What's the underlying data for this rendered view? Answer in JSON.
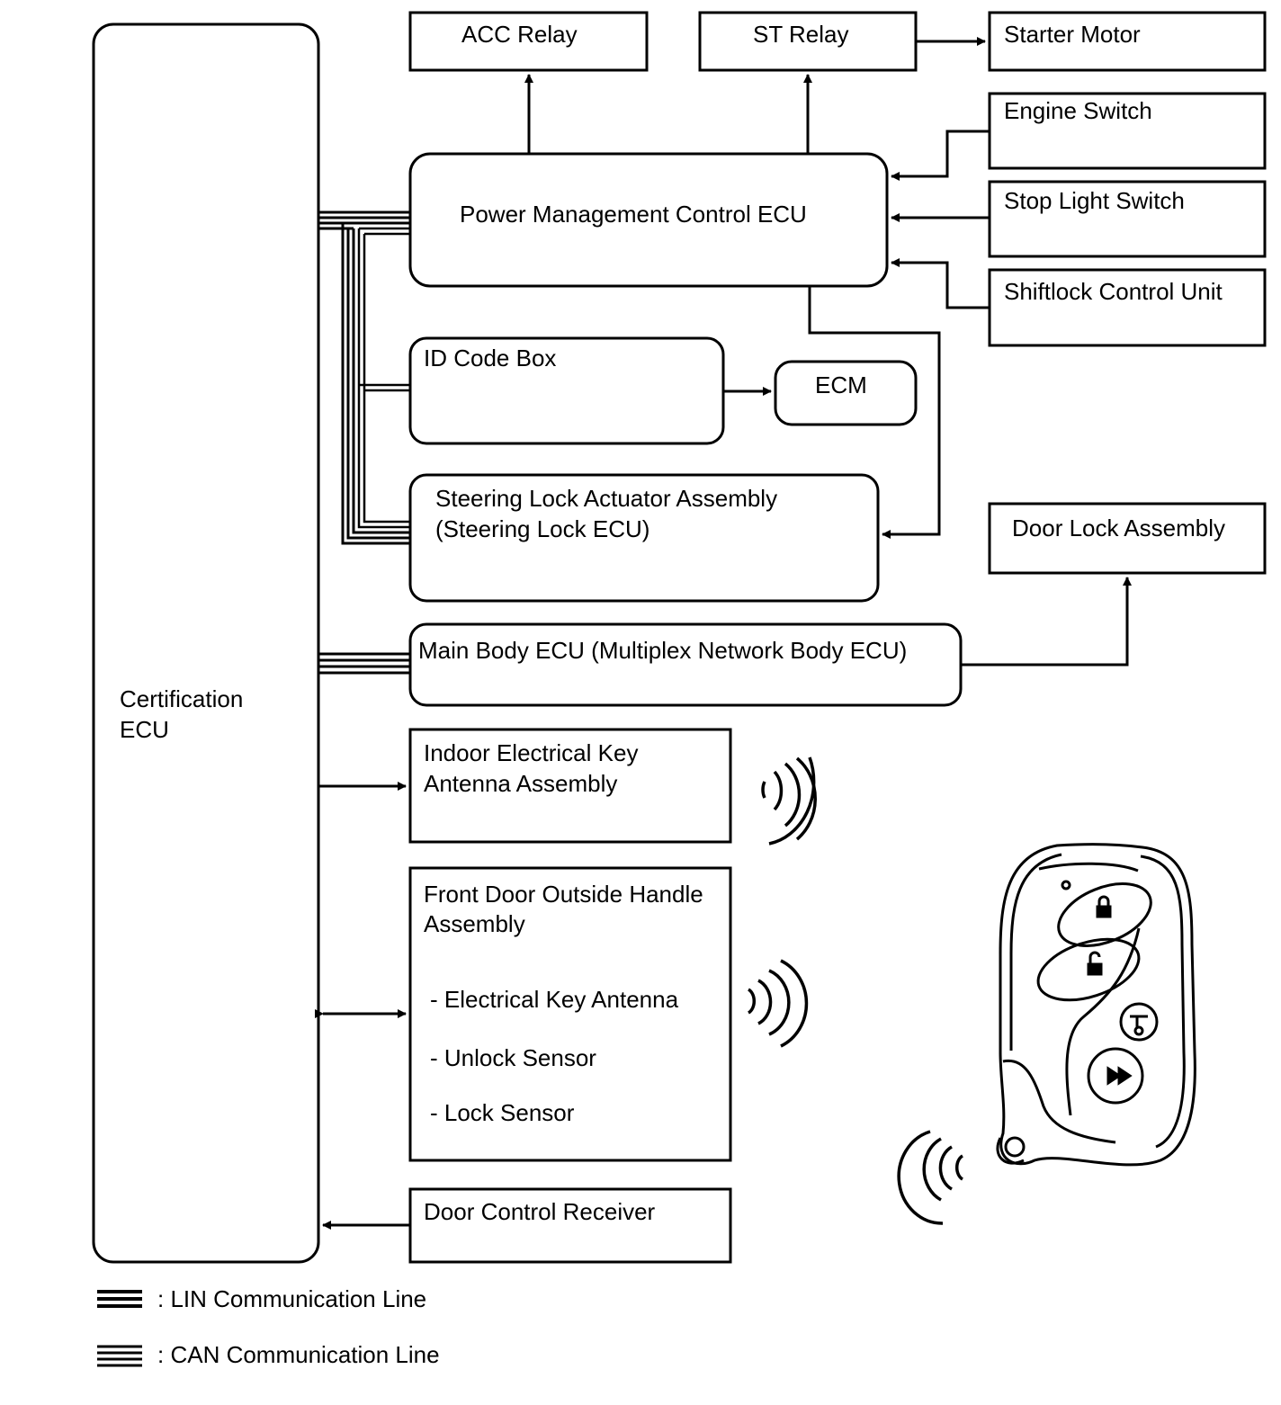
{
  "ecu": {
    "certification_line1": "Certification",
    "certification_line2": "ECU"
  },
  "blocks": {
    "acc_relay": "ACC Relay",
    "st_relay": "ST Relay",
    "starter_motor": "Starter Motor",
    "engine_switch": "Engine Switch",
    "stop_light_switch": "Stop Light Switch",
    "shiftlock_control_unit": "Shiftlock Control Unit",
    "power_management": "Power Management Control ECU",
    "id_code_box": "ID Code Box",
    "ecm": "ECM",
    "steering_lock_line1": "Steering Lock Actuator Assembly",
    "steering_lock_line2": "(Steering Lock ECU)",
    "door_lock_assembly": "Door Lock Assembly",
    "main_body_ecu": "Main Body ECU (Multiplex Network Body ECU)",
    "indoor_key_antenna_line1": "Indoor Electrical Key",
    "indoor_key_antenna_line2": "Antenna Assembly",
    "front_door_handle_line1": "Front Door Outside Handle",
    "front_door_handle_line2": "Assembly",
    "front_door_item1": "- Electrical Key Antenna",
    "front_door_item2": "- Unlock Sensor",
    "front_door_item3": "- Lock Sensor",
    "door_control_receiver": "Door Control Receiver"
  },
  "legend": {
    "lin": ": LIN Communication Line",
    "can": ": CAN Communication Line"
  }
}
